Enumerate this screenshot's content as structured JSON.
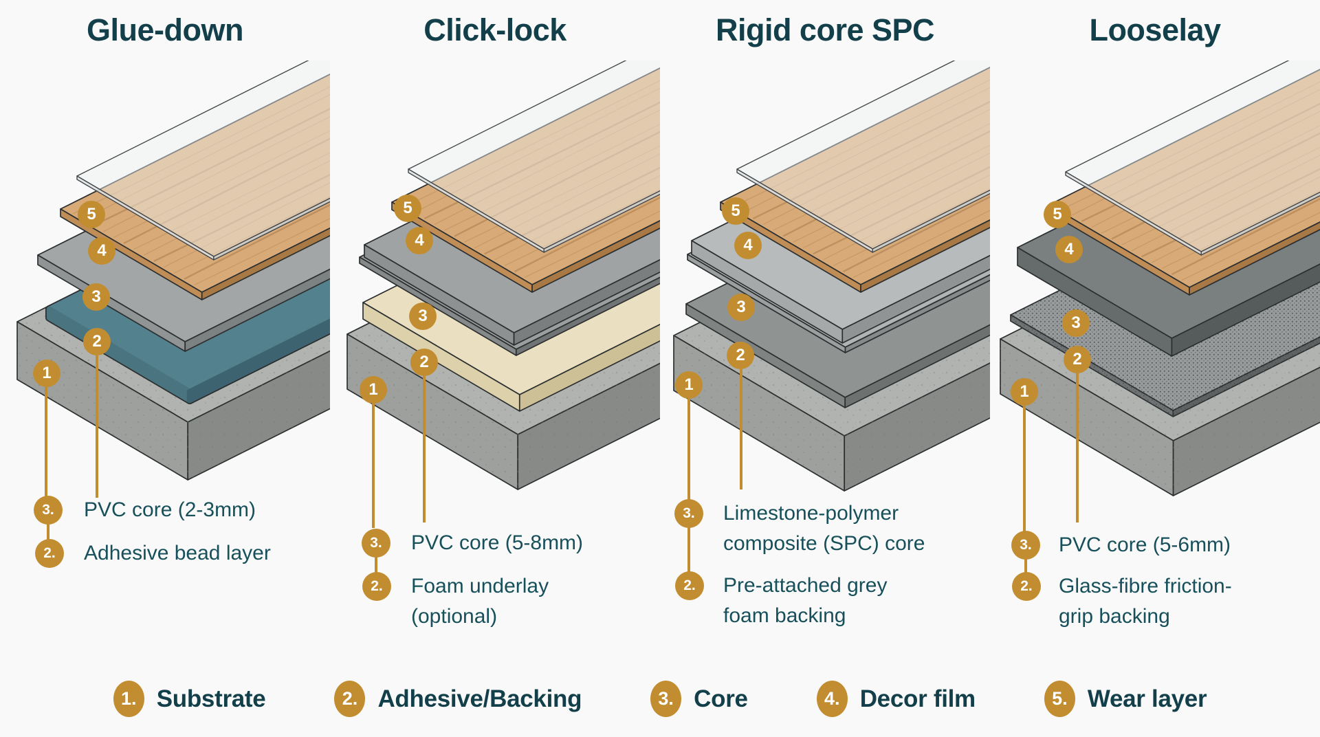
{
  "colors": {
    "background": "#f8f9f8",
    "accent_gold": "#c28d30",
    "title_teal": "#123f4a",
    "annotation_teal": "#17505a",
    "badge_text": "#ffffff",
    "outline": "#2b2f30"
  },
  "columns": [
    {
      "title": "Glue-down",
      "badges": [
        "5",
        "4",
        "3",
        "2",
        "1"
      ],
      "annotations": [
        {
          "num": "3.",
          "lines": [
            "PVC core (2-3mm)"
          ]
        },
        {
          "num": "2.",
          "lines": [
            "Adhesive bead layer"
          ]
        }
      ],
      "layers": {
        "substrate": {
          "name": "concrete substrate",
          "top": "#b1b3b0",
          "left": "#9da09d",
          "right": "#878a87"
        },
        "backing": {
          "name": "adhesive bead layer",
          "top": "#54818e",
          "left": "#4a747f",
          "right": "#3c636f"
        },
        "core": {
          "name": "PVC core",
          "top": "#a2a6a7",
          "left": "#909495",
          "right": "#7d8182"
        },
        "decor": {
          "name": "wood decor film",
          "top": "#d7aa77",
          "left": "#c18d56",
          "right": "#a87845"
        },
        "wear": {
          "name": "transparent wear layer",
          "top": "#edf1f1",
          "left": "#dfe3e3",
          "right": "#ced2d4"
        }
      }
    },
    {
      "title": "Click-lock",
      "badges": [
        "5",
        "4",
        "3",
        "2",
        "1"
      ],
      "annotations": [
        {
          "num": "3.",
          "lines": [
            "PVC core (5-8mm)"
          ]
        },
        {
          "num": "2.",
          "lines": [
            "Foam underlay",
            "(optional)"
          ]
        }
      ],
      "layers": {
        "substrate": {
          "name": "concrete substrate",
          "top": "#b1b3b0",
          "left": "#9da09d",
          "right": "#878a87"
        },
        "backing": {
          "name": "foam underlay",
          "top": "#eadfc0",
          "left": "#ddd1ab",
          "right": "#cec096"
        },
        "core": {
          "name": "PVC core",
          "top": "#9fa3a4",
          "left": "#8d9192",
          "right": "#7a7e7f"
        },
        "lip": {
          "name": "click-lock profile",
          "top": "#9a9e9f",
          "left": "#85898a",
          "right": "#707475"
        },
        "decor": {
          "name": "wood decor film",
          "top": "#d7aa77",
          "left": "#c18d56",
          "right": "#a87845"
        },
        "wear": {
          "name": "transparent wear layer",
          "top": "#edf1f1",
          "left": "#dfe3e3",
          "right": "#ced2d4"
        }
      }
    },
    {
      "title": "Rigid core SPC",
      "badges": [
        "5",
        "4",
        "3",
        "2",
        "1"
      ],
      "annotations": [
        {
          "num": "3.",
          "lines": [
            "Limestone-polymer",
            "composite (SPC) core"
          ]
        },
        {
          "num": "2.",
          "lines": [
            "Pre-attached grey",
            "foam backing"
          ]
        }
      ],
      "layers": {
        "substrate": {
          "name": "concrete substrate",
          "top": "#b1b3b0",
          "left": "#9da09d",
          "right": "#878a87"
        },
        "backing": {
          "name": "grey foam backing",
          "top": "#8f9493",
          "left": "#7f8483",
          "right": "#6d7271"
        },
        "core": {
          "name": "SPC core",
          "top": "#b7bbbc",
          "left": "#a5a9aa",
          "right": "#909495"
        },
        "lip": {
          "name": "click-lock profile",
          "top": "#b0b4b5",
          "left": "#9b9fa0",
          "right": "#868a8b"
        },
        "decor": {
          "name": "wood decor film",
          "top": "#d7aa77",
          "left": "#c18d56",
          "right": "#a87845"
        },
        "wear": {
          "name": "transparent wear layer",
          "top": "#edf1f1",
          "left": "#dfe3e3",
          "right": "#ced2d4"
        }
      }
    },
    {
      "title": "Looselay",
      "badges": [
        "5",
        "4",
        "3",
        "2",
        "1"
      ],
      "annotations": [
        {
          "num": "3.",
          "lines": [
            "PVC core (5-6mm)"
          ]
        },
        {
          "num": "2.",
          "lines": [
            "Glass-fibre friction-",
            "grip backing"
          ]
        }
      ],
      "layers": {
        "substrate": {
          "name": "concrete substrate",
          "top": "#b1b3b0",
          "left": "#9da09d",
          "right": "#878a87"
        },
        "backing": {
          "name": "glass-fibre friction-grip backing",
          "top": "#979b9c",
          "left": "#6f7374",
          "right": "#5e6263",
          "dot": "#4f5354"
        },
        "core": {
          "name": "PVC core",
          "top": "#7a7f80",
          "left": "#666b6c",
          "right": "#565b5c"
        },
        "decor": {
          "name": "wood decor film",
          "top": "#d7aa77",
          "left": "#c18d56",
          "right": "#a87845"
        },
        "wear": {
          "name": "transparent wear layer",
          "top": "#edf1f1",
          "left": "#dfe3e3",
          "right": "#ced2d4"
        }
      }
    }
  ],
  "legend": [
    {
      "num": "1.",
      "label": "Substrate"
    },
    {
      "num": "2.",
      "label": "Adhesive/Backing"
    },
    {
      "num": "3.",
      "label": "Core"
    },
    {
      "num": "4.",
      "label": "Decor film"
    },
    {
      "num": "5.",
      "label": "Wear layer"
    }
  ]
}
